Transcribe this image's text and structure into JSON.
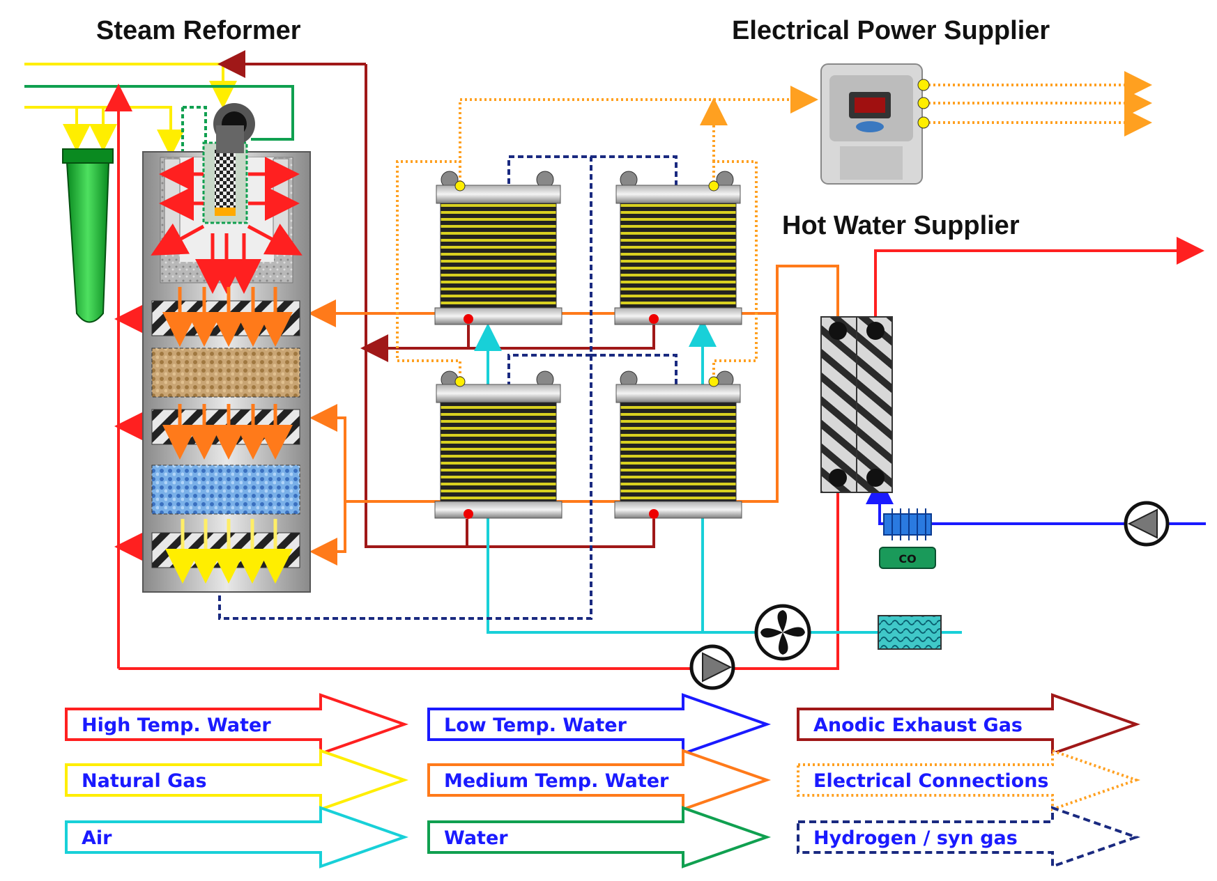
{
  "titles": {
    "steam_reformer": "Steam Reformer",
    "power_supplier": "Electrical Power Supplier",
    "hot_water_supplier": "Hot Water Supplier"
  },
  "legend": [
    {
      "label": "High Temp. Water",
      "color": "#ff2020",
      "style": "solid"
    },
    {
      "label": "Low Temp. Water",
      "color": "#1a1aff",
      "style": "solid"
    },
    {
      "label": "Anodic Exhaust Gas",
      "color": "#a01818",
      "style": "solid"
    },
    {
      "label": "Natural Gas",
      "color": "#ffee00",
      "style": "solid"
    },
    {
      "label": "Medium Temp. Water",
      "color": "#ff7a1a",
      "style": "solid"
    },
    {
      "label": "Electrical Connections",
      "color": "#ffa020",
      "style": "dotted"
    },
    {
      "label": "Air",
      "color": "#18d0d8",
      "style": "solid"
    },
    {
      "label": "Water",
      "color": "#10a050",
      "style": "solid"
    },
    {
      "label": "Hydrogen / syn gas",
      "color": "#1a2a80",
      "style": "dashed"
    }
  ],
  "colors": {
    "high_temp_water": "#ff2020",
    "low_temp_water": "#1a1aff",
    "anodic_exhaust": "#a01818",
    "natural_gas": "#ffee00",
    "medium_temp_water": "#ff7a1a",
    "electrical": "#ffa020",
    "air": "#18d0d8",
    "water": "#10a050",
    "hydrogen": "#1a2a80"
  },
  "icons": [
    "fuel-cell-stack-icon",
    "heat-exchanger-icon",
    "pump-icon",
    "fan-icon",
    "power-supplier-icon",
    "filter-icon",
    "burner-icon",
    "desulfurizer-icon",
    "co-sensor-icon"
  ],
  "co_sensor_label": "CO"
}
